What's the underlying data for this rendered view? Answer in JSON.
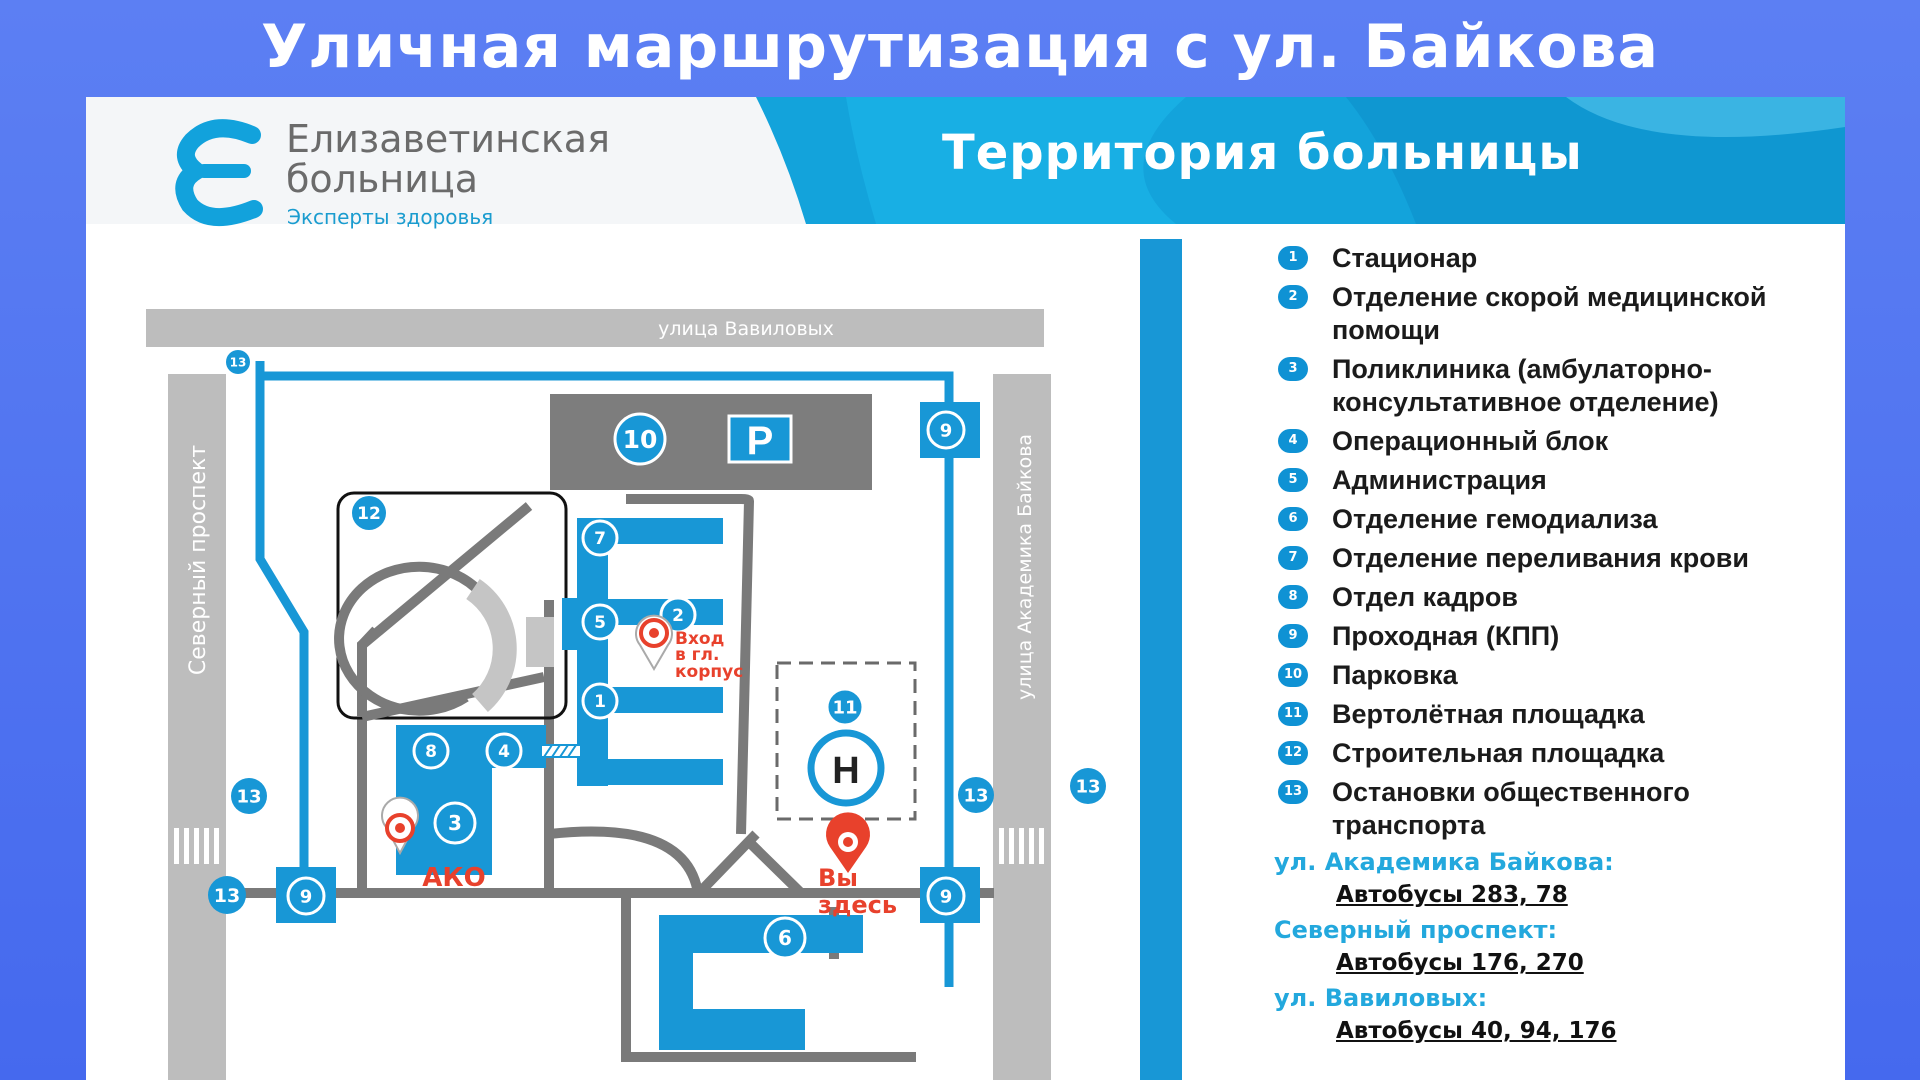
{
  "slide_title": "Уличная маршрутизация с ул. Байкова",
  "poster": {
    "heading": "Территория больницы",
    "hospital_name_line1": "Елизаветинская",
    "hospital_name_line2": "больница",
    "tagline": "Эксперты здоровья",
    "logo_letter": "Є"
  },
  "map": {
    "streets": {
      "vavilovykh": "улица Вавиловых",
      "severny": "Северный проспект",
      "baykova": "улица Академика Байкова"
    },
    "parking_sign": "P",
    "helipad_sign": "H",
    "markers": {
      "entrance_main": [
        "Вход",
        "в гл.",
        "корпус"
      ],
      "ako": "АКО",
      "you_are_here": [
        "Вы",
        "здесь"
      ]
    },
    "numbers": [
      "1",
      "2",
      "3",
      "4",
      "5",
      "6",
      "7",
      "8",
      "9",
      "10",
      "11",
      "12",
      "13"
    ]
  },
  "legend": [
    {
      "num": "1",
      "label": "Стационар"
    },
    {
      "num": "2",
      "label": "Отделение скорой медицинской помощи"
    },
    {
      "num": "3",
      "label": "Поликлиника (амбулаторно-консультативное отделение)"
    },
    {
      "num": "4",
      "label": "Операционный блок"
    },
    {
      "num": "5",
      "label": "Администрация"
    },
    {
      "num": "6",
      "label": "Отделение гемодиализа"
    },
    {
      "num": "7",
      "label": "Отделение переливания крови"
    },
    {
      "num": "8",
      "label": "Отдел кадров"
    },
    {
      "num": "9",
      "label": "Проходная (КПП)"
    },
    {
      "num": "10",
      "label": "Парковка"
    },
    {
      "num": "11",
      "label": "Вертолётная площадка"
    },
    {
      "num": "12",
      "label": "Строительная площадка"
    },
    {
      "num": "13",
      "label": "Остановки общественного транспорта"
    }
  ],
  "transit": [
    {
      "street": "ул. Академика Байкова:",
      "buses": "Автобусы 283, 78"
    },
    {
      "street": "Северный проспект:",
      "buses": "Автобусы 176, 270"
    },
    {
      "street": "ул. Вавиловых:",
      "buses": "Автобусы 40, 94, 176"
    }
  ],
  "colors": {
    "background": "#4a6cf0",
    "brand_blue": "#0f92d4",
    "light_blue": "#23a8dd",
    "road_gray": "#7d7d7d",
    "street_gray": "#b9b9b9",
    "marker_red": "#e8412c"
  }
}
